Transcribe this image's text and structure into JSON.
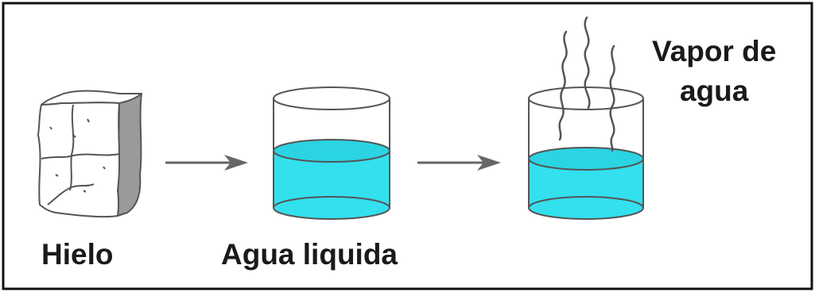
{
  "labels": {
    "ice": "Hielo",
    "liquid": "Agua liquida",
    "vapor_line1": "Vapor de",
    "vapor_line2": "agua"
  },
  "colors": {
    "water": "#33e0ee",
    "outline": "#555555",
    "frame": "#111111",
    "ice_shadow": "#9a9a9a"
  }
}
